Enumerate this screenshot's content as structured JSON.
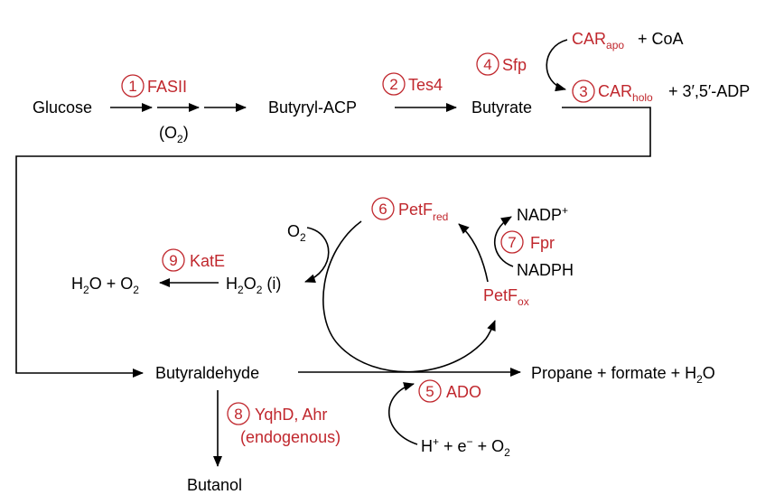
{
  "colors": {
    "enzyme": "#c0272d",
    "text": "#000000",
    "background": "#ffffff"
  },
  "compounds": {
    "glucose": "Glucose",
    "o2_cofactor": {
      "base": "(O",
      "sub": "2",
      "tail": ")"
    },
    "butyryl_acp": "Butyryl-ACP",
    "butyrate": "Butyrate",
    "coa": "+ CoA",
    "adp": "+ 3′,5′-ADP",
    "nadp": {
      "base": "NADP",
      "sup": "+"
    },
    "nadph": "NADPH",
    "o2_cycle": {
      "base": "O",
      "sub": "2"
    },
    "h2o2": {
      "a": "H",
      "s1": "2",
      "b": "O",
      "s2": "2",
      "c": " (i)"
    },
    "h2o_o2": {
      "a": "H",
      "s1": "2",
      "b": "O + O",
      "s2": "2"
    },
    "butyraldehyde": "Butyraldehyde",
    "products": {
      "a": "Propane + formate + H",
      "s1": "2",
      "b": "O"
    },
    "electrons": {
      "a": "H",
      "sp1": "+",
      "b": " + e",
      "sp2": "−",
      "c": " + O",
      "s1": "2"
    },
    "butanol": "Butanol"
  },
  "enzymes": [
    {
      "number": "1",
      "name": "FASII"
    },
    {
      "number": "2",
      "name": "Tes4"
    },
    {
      "number": "3",
      "base": "CAR",
      "sub": "holo"
    },
    {
      "number": "4",
      "name": "Sfp"
    },
    {
      "number": "5",
      "name": "ADO"
    },
    {
      "number": "6",
      "base": "PetF",
      "sub": "red"
    },
    {
      "number": "7",
      "name": "Fpr"
    },
    {
      "number": "8",
      "name": "YqhD, Ahr",
      "note": "(endogenous)"
    },
    {
      "number": "9",
      "name": "KatE"
    }
  ],
  "car_apo": {
    "base": "CAR",
    "sub": "apo"
  },
  "petf_ox": {
    "base": "PetF",
    "sub": "ox"
  }
}
